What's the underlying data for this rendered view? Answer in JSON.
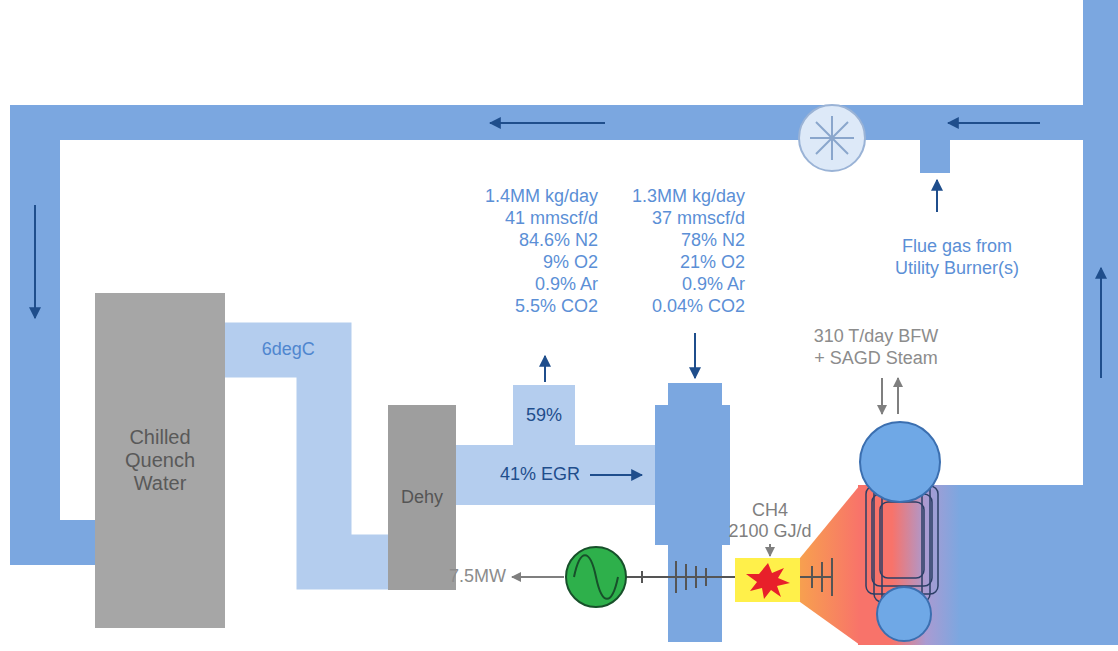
{
  "diagram": {
    "nodes": [
      {
        "text": [
          "Chilled Quench Water"
        ]
      },
      {
        "text": [
          "Dehy"
        ]
      }
    ],
    "edges": [
      {
        "from": 0,
        "to": 1,
        "arrow": "none",
        "label": "6degC"
      }
    ],
    "labels": [
      "1.4MM kg/day",
      "41 mmscf/d",
      "84.6% N2",
      "9% O2",
      "0.9% Ar",
      "5.5% CO2",
      "1.3MM kg/day",
      "37 mmscf/d",
      "78% N2",
      "21% O2",
      "0.9% Ar",
      "0.04% CO2",
      "Flue gas from",
      "Utility Burner(s)",
      "59%",
      "41% EGR",
      "CH4",
      "2100 GJ/d",
      "310 T/day BFW",
      "+ SAGD Steam",
      "7.5MW"
    ]
  }
}
